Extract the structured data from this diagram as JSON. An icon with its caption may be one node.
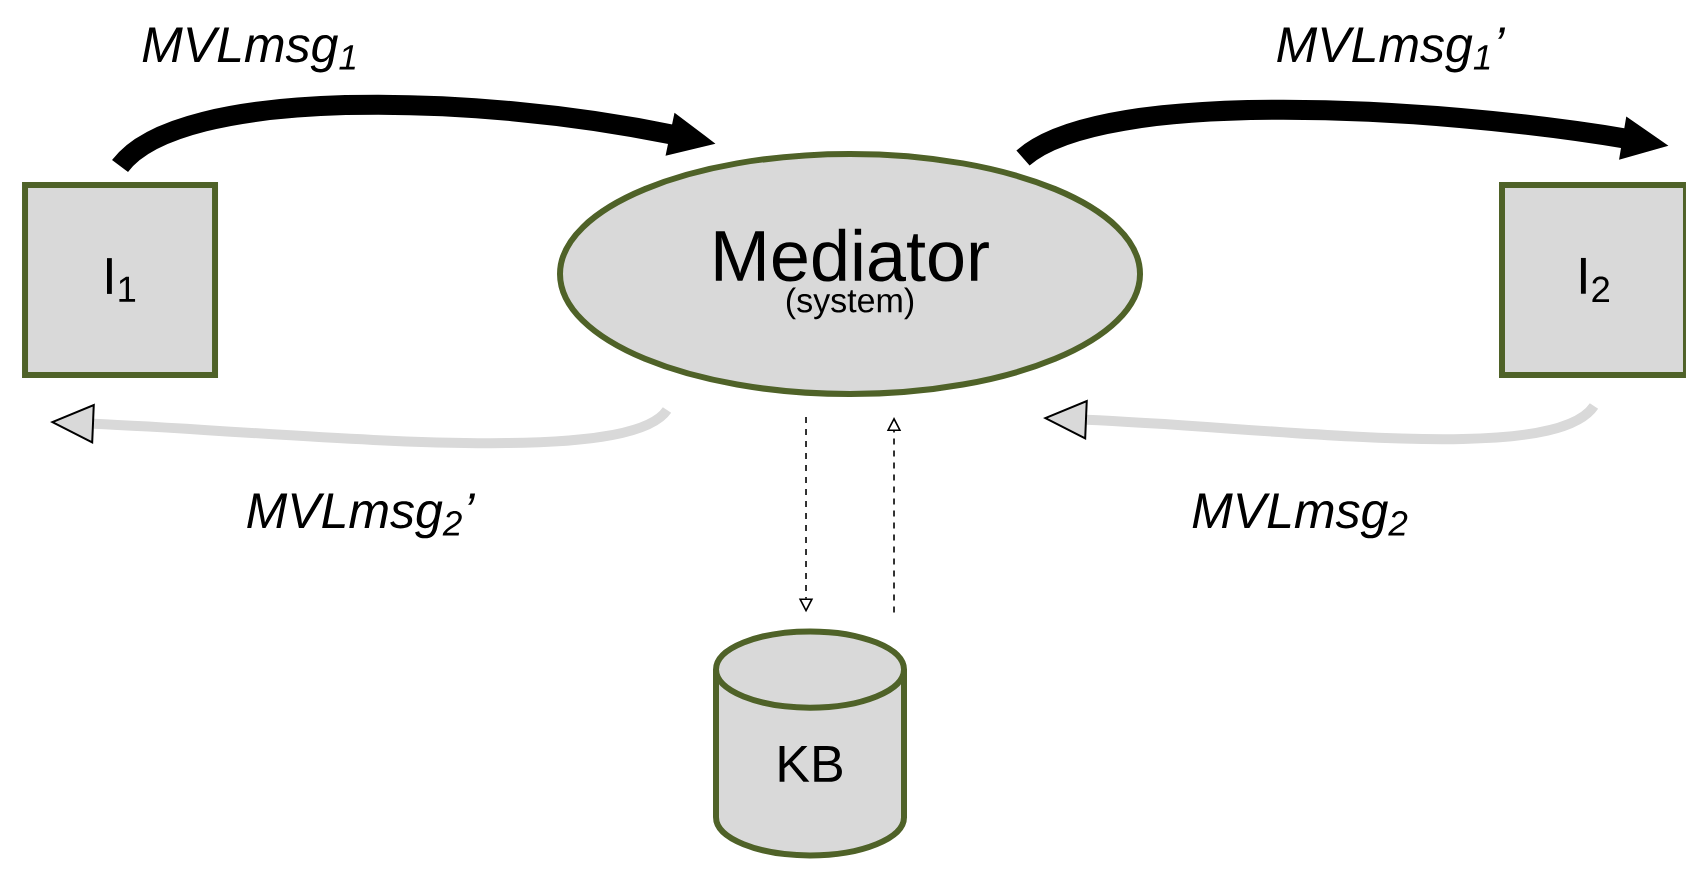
{
  "diagram": {
    "nodes": [
      {
        "text": [
          "I$_{1}$"
        ]
      },
      {
        "text": [
          "Mediator",
          "(system)"
        ]
      },
      {
        "text": [
          "I$_{2}$"
        ]
      },
      {
        "text": [
          "KB"
        ]
      }
    ],
    "edges": [
      {
        "from": 0,
        "to": 1,
        "arrow": "to",
        "label": "MVLmsg$_{1}$",
        "style": "thick"
      },
      {
        "from": 1,
        "to": 2,
        "arrow": "to",
        "label": "MVLmsg$_{1}$’",
        "style": "thick"
      },
      {
        "from": 2,
        "to": 1,
        "arrow": "to",
        "label": "MVLmsg$_{2}$",
        "color": "#d9d9d9"
      },
      {
        "from": 1,
        "to": 0,
        "arrow": "to",
        "label": "MVLmsg$_{2}$’",
        "color": "#d9d9d9"
      },
      {
        "from": 1,
        "to": 3,
        "arrow": "to",
        "style": "dashed"
      },
      {
        "from": 3,
        "to": 1,
        "arrow": "to",
        "style": "dashed"
      }
    ]
  }
}
